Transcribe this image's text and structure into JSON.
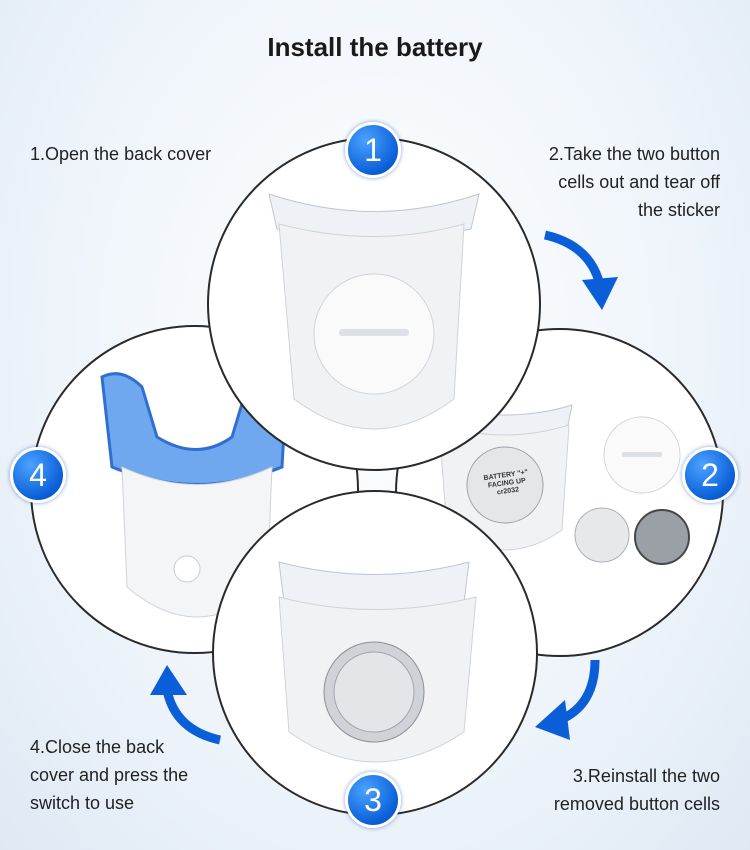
{
  "title": "Install the battery",
  "steps": [
    {
      "number": "1",
      "text": "1.Open the back cover"
    },
    {
      "number": "2",
      "text": "2.Take the two button cells out and tear off the sticker"
    },
    {
      "number": "3",
      "text": "3.Reinstall the two removed button cells"
    },
    {
      "number": "4",
      "text": "4.Close the back cover and press the switch to use"
    }
  ],
  "battery_text": "BATTERY \"+\" FACING UP cr2032",
  "colors": {
    "accent": "#0a5fd8",
    "border": "#2a2a2a"
  }
}
